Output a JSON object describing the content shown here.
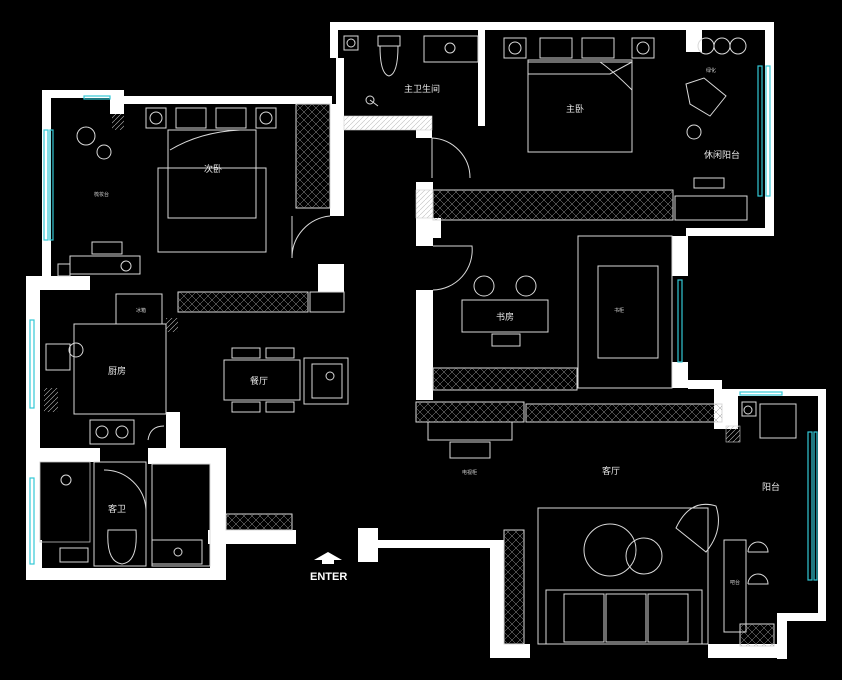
{
  "plan": {
    "rooms": {
      "master_bath": "主卫生间",
      "master_bedroom": "主卧",
      "leisure_balcony": "休闲阳台",
      "second_bedroom": "次卧",
      "study": "书房",
      "kitchen": "厨房",
      "dining": "餐厅",
      "living": "客厅",
      "balcony": "阳台",
      "guest_bath": "客卫"
    },
    "entrance": "ENTER"
  },
  "colors": {
    "background": "#000000",
    "walls": "#ffffff",
    "fixtures": "#d9d9d9",
    "windows": "#33c7d6"
  }
}
